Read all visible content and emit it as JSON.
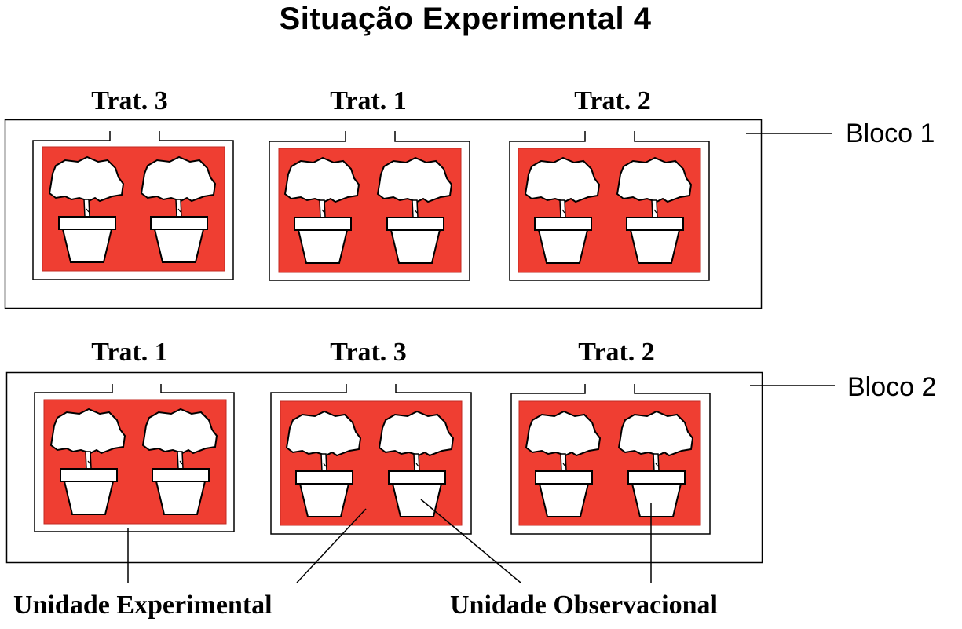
{
  "title": "Situação Experimental 4",
  "blocks": [
    {
      "label": "Bloco 1",
      "treatments": [
        "Trat. 3",
        "Trat. 1",
        "Trat. 2"
      ]
    },
    {
      "label": "Bloco 2",
      "treatments": [
        "Trat. 1",
        "Trat. 3",
        "Trat. 2"
      ]
    }
  ],
  "annotations": {
    "experimental_unit": "Unidade Experimental",
    "observational_unit": "Unidade Observacional"
  },
  "colors": {
    "plot_fill": "#ef3e32",
    "line": "#000000",
    "plant": "#ffffff"
  }
}
